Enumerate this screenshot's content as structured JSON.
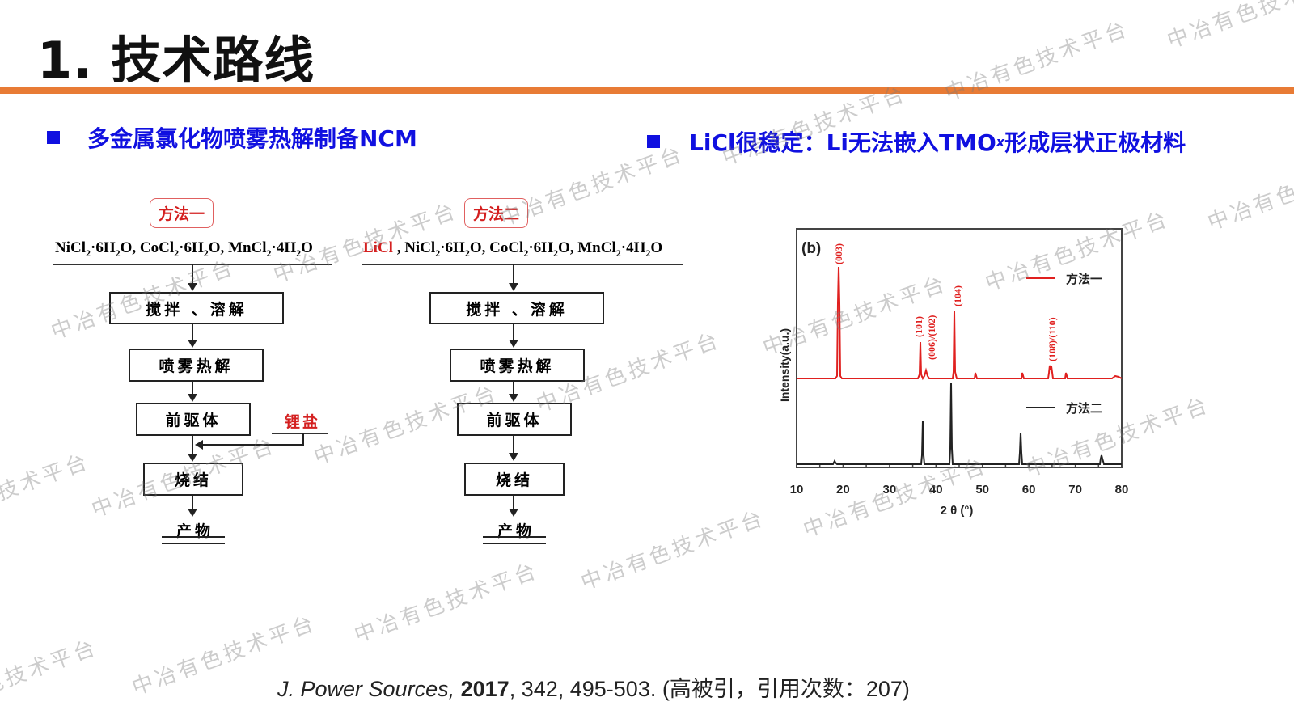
{
  "slide": {
    "title": "1. 技术路线",
    "accent_color": "#E87B35",
    "bullet_color": "#1010E0"
  },
  "bullets": [
    {
      "text": "多金属氯化物喷雾热解制备NCM"
    },
    {
      "text_before": "LiCl很稳定：Li无法嵌入TMO",
      "subscript": "x",
      "text_after": "形成层状正极材料"
    }
  ],
  "flowchart": {
    "method1": {
      "tag": "方法一",
      "reagents": [
        {
          "base": "NiCl",
          "sub1": "2",
          "mid": "·6H",
          "sub2": "2",
          "end": "O, "
        },
        {
          "base": "CoCl",
          "sub1": "2",
          "mid": "·6H",
          "sub2": "2",
          "end": "O, "
        },
        {
          "base": "MnCl",
          "sub1": "2",
          "mid": "·4H",
          "sub2": "2",
          "end": "O"
        }
      ],
      "steps": [
        "搅拌 、溶解",
        "喷雾热解",
        "前驱体",
        "烧结"
      ],
      "side_input": "锂盐",
      "product": "产物"
    },
    "method2": {
      "tag": "方法二",
      "reagent_red": "LiCl",
      "reagent_sep": " , ",
      "reagents": [
        {
          "base": "NiCl",
          "sub1": "2",
          "mid": "·6H",
          "sub2": "2",
          "end": "O, "
        },
        {
          "base": "CoCl",
          "sub1": "2",
          "mid": "·6H",
          "sub2": "2",
          "end": "O, "
        },
        {
          "base": "MnCl",
          "sub1": "2",
          "mid": "·4H",
          "sub2": "2",
          "end": "O"
        }
      ],
      "steps": [
        "搅拌 、溶解",
        "喷雾热解",
        "前驱体",
        "烧结"
      ],
      "product": "产物"
    }
  },
  "chart_data": {
    "type": "line",
    "panel_label": "(b)",
    "title": "",
    "xlabel": "2 θ (°)",
    "ylabel": "Intensity(a.u.)",
    "xlim": [
      10,
      80
    ],
    "x_ticks": [
      10,
      20,
      30,
      40,
      50,
      60,
      70,
      80
    ],
    "y_ticks_shown": false,
    "grid": false,
    "legend_position": "right-inside",
    "series": [
      {
        "name": "方法一",
        "color": "#E0201F",
        "offset": "upper",
        "peaks": [
          {
            "x": 18.7,
            "rel_intensity": 100,
            "label": "(003)"
          },
          {
            "x": 36.7,
            "rel_intensity": 30,
            "label": "(101)"
          },
          {
            "x": 38.3,
            "rel_intensity": 8,
            "label": "(006)/(102)"
          },
          {
            "x": 44.4,
            "rel_intensity": 58,
            "label": "(104)"
          },
          {
            "x": 48.6,
            "rel_intensity": 6,
            "label": ""
          },
          {
            "x": 58.7,
            "rel_intensity": 6,
            "label": ""
          },
          {
            "x": 64.6,
            "rel_intensity": 10,
            "label": "(108)/(110)"
          },
          {
            "x": 68.2,
            "rel_intensity": 6,
            "label": ""
          },
          {
            "x": 78.5,
            "rel_intensity": 2,
            "label": ""
          }
        ]
      },
      {
        "name": "方法二",
        "color": "#222222",
        "offset": "lower",
        "peaks": [
          {
            "x": 18.4,
            "rel_intensity": 4
          },
          {
            "x": 37.4,
            "rel_intensity": 55
          },
          {
            "x": 43.4,
            "rel_intensity": 100
          },
          {
            "x": 63.2,
            "rel_intensity": 45
          },
          {
            "x": 75.8,
            "rel_intensity": 10
          }
        ]
      }
    ]
  },
  "citation": {
    "journal": "J. Power Sources,",
    "year": "2017",
    "details": ", 342, 495-503. (高被引，引用次数：207)"
  },
  "watermark": {
    "text": "中冶有色技术平台"
  }
}
